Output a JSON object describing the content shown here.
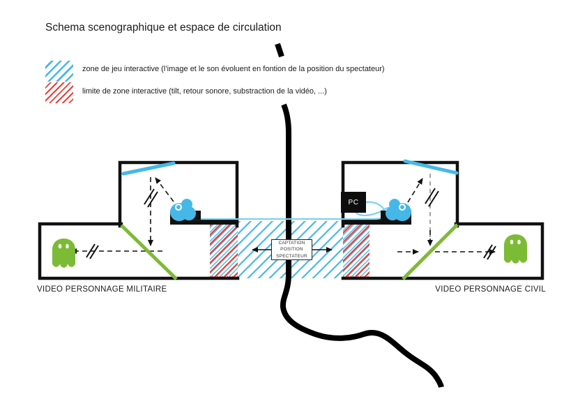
{
  "title": "Schema scenographique et espace de circulation",
  "legend": [
    {
      "label": "zone de jeu interactive (l’image et le son évoluent en fontion de la position du spectateur)",
      "swatch_color": "#45b8e8",
      "pattern": "diagonal-hatch"
    },
    {
      "label": "limite de zone interactive (tilt, retour sonore, substraction de la vidéo, ...)",
      "swatch_color": "#e8403a",
      "pattern": "diagonal-hatch"
    }
  ],
  "diagram": {
    "left_room_label": "VIDEO PERSONNAGE MILITAIRE",
    "right_room_label": "VIDEO PERSONNAGE CIVIL",
    "pc_label": "PC",
    "capture_box": {
      "line1": "CAPTATION",
      "line2": "POSITION",
      "line3": "SPECTATEUR"
    }
  },
  "colors": {
    "blue": "#45b8e8",
    "red": "#e8403a",
    "green": "#7cbb35",
    "cable": "#7fd0f0",
    "gray_dash": "#9a9a9a",
    "black": "#111111"
  }
}
